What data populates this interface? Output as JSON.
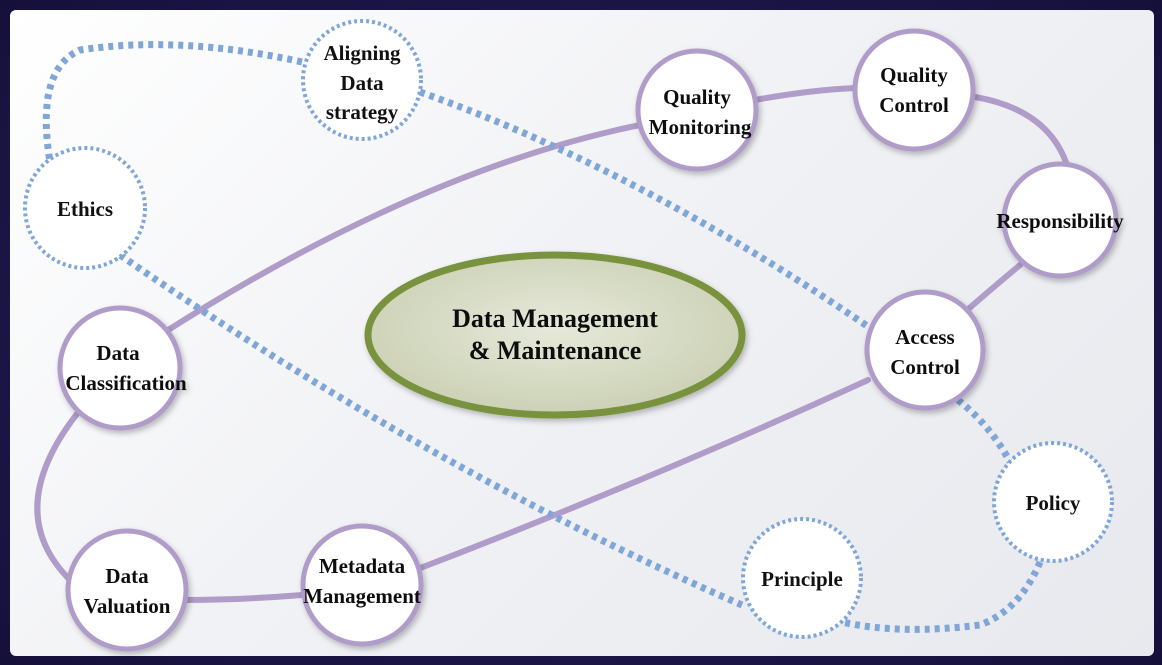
{
  "center": {
    "line1": "Data Management",
    "line2": "& Maintenance"
  },
  "nodes": {
    "aligning": {
      "line1": "Aligning",
      "line2": "Data",
      "line3": "strategy"
    },
    "ethics": {
      "line1": "Ethics"
    },
    "quality_monitoring": {
      "line1": "Quality",
      "line2": "Monitoring"
    },
    "quality_control": {
      "line1": "Quality",
      "line2": "Control"
    },
    "responsibility": {
      "line1": "Responsibility"
    },
    "access_control": {
      "line1": "Access",
      "line2": "Control"
    },
    "policy": {
      "line1": "Policy"
    },
    "principle": {
      "line1": "Principle"
    },
    "data_classification": {
      "line1": "Data",
      "line2": "Classification"
    },
    "data_valuation": {
      "line1": "Data",
      "line2": "Valuation"
    },
    "metadata_management": {
      "line1": "Metadata",
      "line2": "Management"
    }
  },
  "colors": {
    "solid_ring": "#b09cc8",
    "dotted_ring": "#7fa6d6",
    "center_fill": "#d6dbc4",
    "center_border": "#79923e",
    "background": "#1b1640"
  }
}
